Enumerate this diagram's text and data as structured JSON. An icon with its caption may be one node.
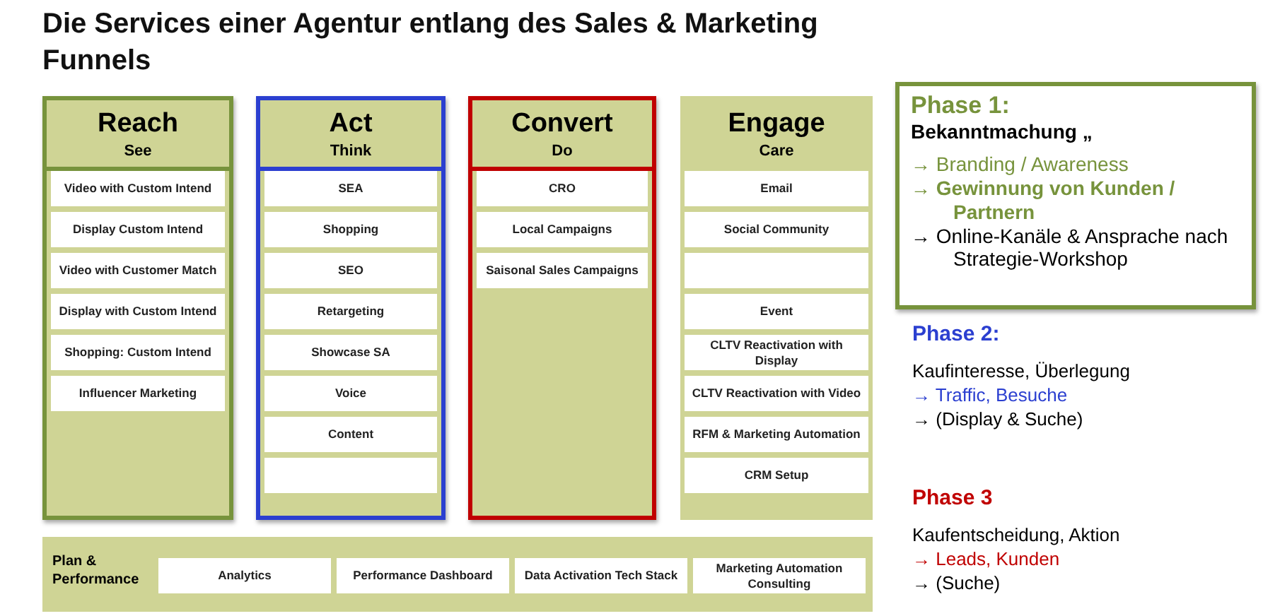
{
  "diagram": {
    "title": "Die Services einer Agentur entlang des Sales & Marketing Funnels",
    "nodes": [
      {
        "text": [
          "Reach",
          "See"
        ]
      },
      {
        "text": [
          "Video with Custom Intend"
        ],
        "in": 0
      },
      {
        "text": [
          "Display Custom Intend"
        ],
        "in": 0
      },
      {
        "text": [
          "Video with Customer Match"
        ],
        "in": 0
      },
      {
        "text": [
          "Display with Custom Intend"
        ],
        "in": 0
      },
      {
        "text": [
          "Shopping: Custom Intend"
        ],
        "in": 0
      },
      {
        "text": [
          "Influencer Marketing"
        ],
        "in": 0
      },
      {
        "text": [
          "Act",
          "Think"
        ]
      },
      {
        "text": [
          "SEA"
        ],
        "in": 7
      },
      {
        "text": [
          "Shopping"
        ],
        "in": 7
      },
      {
        "text": [
          "SEO"
        ],
        "in": 7
      },
      {
        "text": [
          "Retargeting"
        ],
        "in": 7
      },
      {
        "text": [
          "Showcase SA"
        ],
        "in": 7
      },
      {
        "text": [
          "Voice"
        ],
        "in": 7
      },
      {
        "text": [
          "Content"
        ],
        "in": 7
      },
      {
        "text": [],
        "shape": "box",
        "in": 7
      },
      {
        "text": [
          "Convert",
          "Do"
        ]
      },
      {
        "text": [
          "CRO"
        ],
        "in": 16
      },
      {
        "text": [
          "Local Campaigns"
        ],
        "in": 16
      },
      {
        "text": [
          "Saisonal Sales Campaigns"
        ],
        "in": 16
      },
      {
        "text": [
          "Engage",
          "Care"
        ]
      },
      {
        "text": [
          "Email"
        ],
        "in": 20
      },
      {
        "text": [
          "Social Community"
        ],
        "in": 20
      },
      {
        "text": [],
        "shape": "box",
        "in": 20
      },
      {
        "text": [
          "Event"
        ],
        "in": 20
      },
      {
        "text": [
          "CLTV Reactivation with Display"
        ],
        "in": 20
      },
      {
        "text": [
          "CLTV Reactivation with Video"
        ],
        "in": 20
      },
      {
        "text": [
          "RFM & Marketing Automation"
        ],
        "in": 20
      },
      {
        "text": [
          "CRM Setup"
        ],
        "in": 20
      },
      {
        "text": [
          "Plan & Performance"
        ]
      },
      {
        "text": [
          "Analytics"
        ],
        "in": 29
      },
      {
        "text": [
          "Performance Dashboard"
        ],
        "in": 29
      },
      {
        "text": [
          "Data Activation Tech Stack"
        ],
        "in": 29
      },
      {
        "text": [
          "Marketing Automation Consulting"
        ],
        "in": 29
      },
      {
        "text": [
          "Phase 1:",
          "Bekanntmachung „",
          "→ Branding / Awareness",
          "→ Gewinnung von Kunden / Partnern",
          "→ Online-Kanäle & Ansprache nach Strategie-Workshop"
        ]
      }
    ],
    "labels": [
      "Phase 2:",
      "Kaufinteresse, Überlegung",
      "→ Traffic, Besuche",
      "→ (Display & Suche)",
      "Phase 3",
      "Kaufentscheidung, Aktion",
      "→ Leads, Kunden",
      "→ (Suche)"
    ]
  }
}
